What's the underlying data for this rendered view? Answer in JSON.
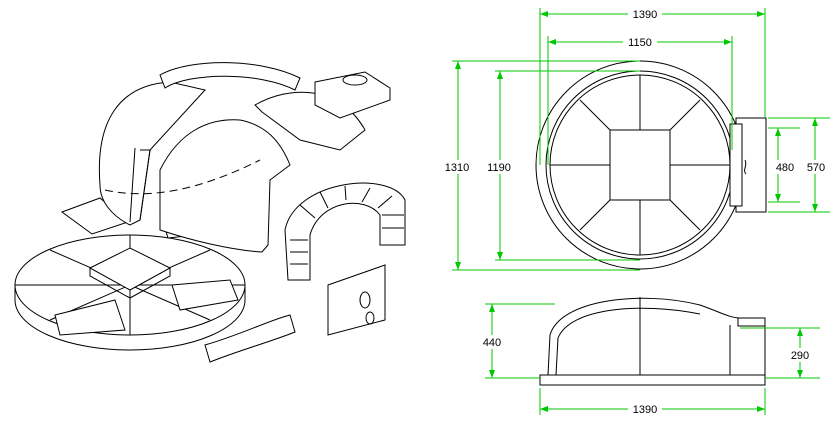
{
  "drawing": {
    "title": "Exploded oven assembly with plan and side views",
    "dimensions": {
      "plan_width_outer": "1390",
      "plan_width_inner": "1150",
      "plan_depth_outer": "1310",
      "plan_depth_inner": "1190",
      "opening_width_inner": "480",
      "opening_width_outer": "570",
      "side_height_dome": "440",
      "side_height_opening": "290",
      "side_width": "1390"
    },
    "colors": {
      "dimension": "#00c800",
      "line": "#000000"
    }
  }
}
